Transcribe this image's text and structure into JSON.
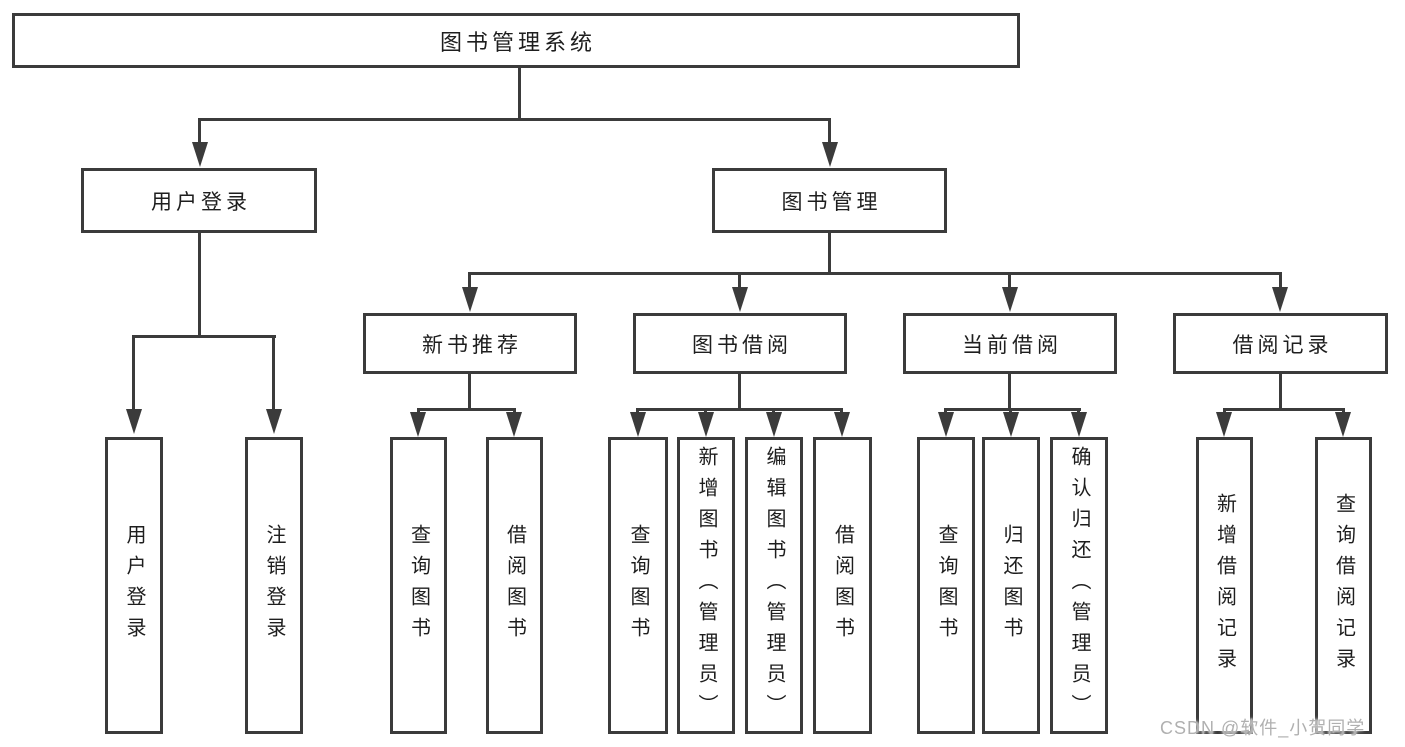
{
  "diagram_title": "图书管理系统",
  "tree": {
    "root": {
      "label": "图书管理系统"
    },
    "branches": [
      {
        "label": "用户登录",
        "children": [
          {
            "label": "用户登录"
          },
          {
            "label": "注销登录"
          }
        ]
      },
      {
        "label": "图书管理",
        "children": [
          {
            "label": "新书推荐",
            "children": [
              {
                "label": "查询图书"
              },
              {
                "label": "借阅图书"
              }
            ]
          },
          {
            "label": "图书借阅",
            "children": [
              {
                "label": "查询图书"
              },
              {
                "label": "新增图书（管理员）"
              },
              {
                "label": "编辑图书（管理员）"
              },
              {
                "label": "借阅图书"
              }
            ]
          },
          {
            "label": "当前借阅",
            "children": [
              {
                "label": "查询图书"
              },
              {
                "label": "归还图书"
              },
              {
                "label": "确认归还（管理员）"
              }
            ]
          },
          {
            "label": "借阅记录",
            "children": [
              {
                "label": "新增借阅记录"
              },
              {
                "label": "查询借阅记录"
              }
            ]
          }
        ]
      }
    ]
  },
  "watermark": {
    "text": "CSDN @软件_小贺同学"
  },
  "colors": {
    "line": "#3b3b3b",
    "text": "#1e1e1e",
    "background": "#ffffff",
    "watermark": "#b0b0b0"
  }
}
